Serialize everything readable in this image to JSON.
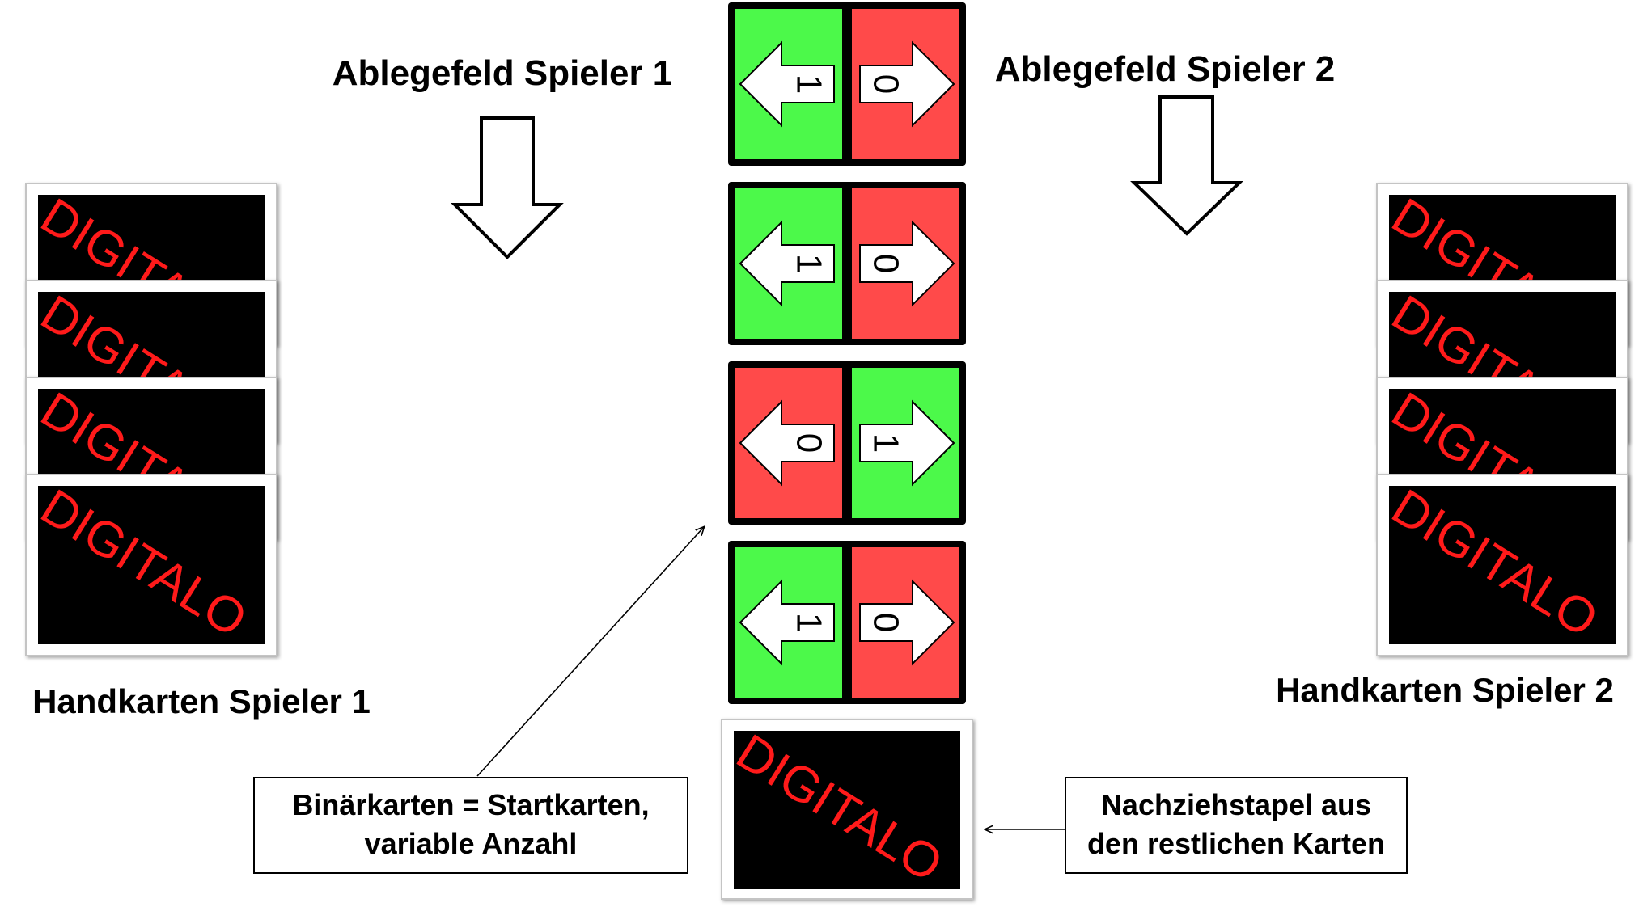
{
  "labels": {
    "player1_discard": "Ablegefeld Spieler 1",
    "player2_discard": "Ablegefeld Spieler 2",
    "player1_hand": "Handkarten Spieler 1",
    "player2_hand": "Handkarten Spieler 2"
  },
  "card_back_text": "DIGITALO",
  "binary_cards": [
    {
      "left": {
        "color": "green",
        "digit": "1"
      },
      "right": {
        "color": "red",
        "digit": "0"
      }
    },
    {
      "left": {
        "color": "green",
        "digit": "1"
      },
      "right": {
        "color": "red",
        "digit": "0"
      }
    },
    {
      "left": {
        "color": "red",
        "digit": "0"
      },
      "right": {
        "color": "green",
        "digit": "1"
      }
    },
    {
      "left": {
        "color": "green",
        "digit": "1"
      },
      "right": {
        "color": "red",
        "digit": "0"
      }
    }
  ],
  "callouts": {
    "start_cards": {
      "line1": "Binärkarten = Startkarten,",
      "line2": "variable Anzahl"
    },
    "draw_pile": {
      "line1": "Nachziehstapel aus",
      "line2": "den restlichen Karten"
    }
  },
  "colors": {
    "green": "#4cf94a",
    "red": "#ff4a4a",
    "card_back": "#000000",
    "card_text": "#ff1a1a",
    "border": "#000000"
  }
}
